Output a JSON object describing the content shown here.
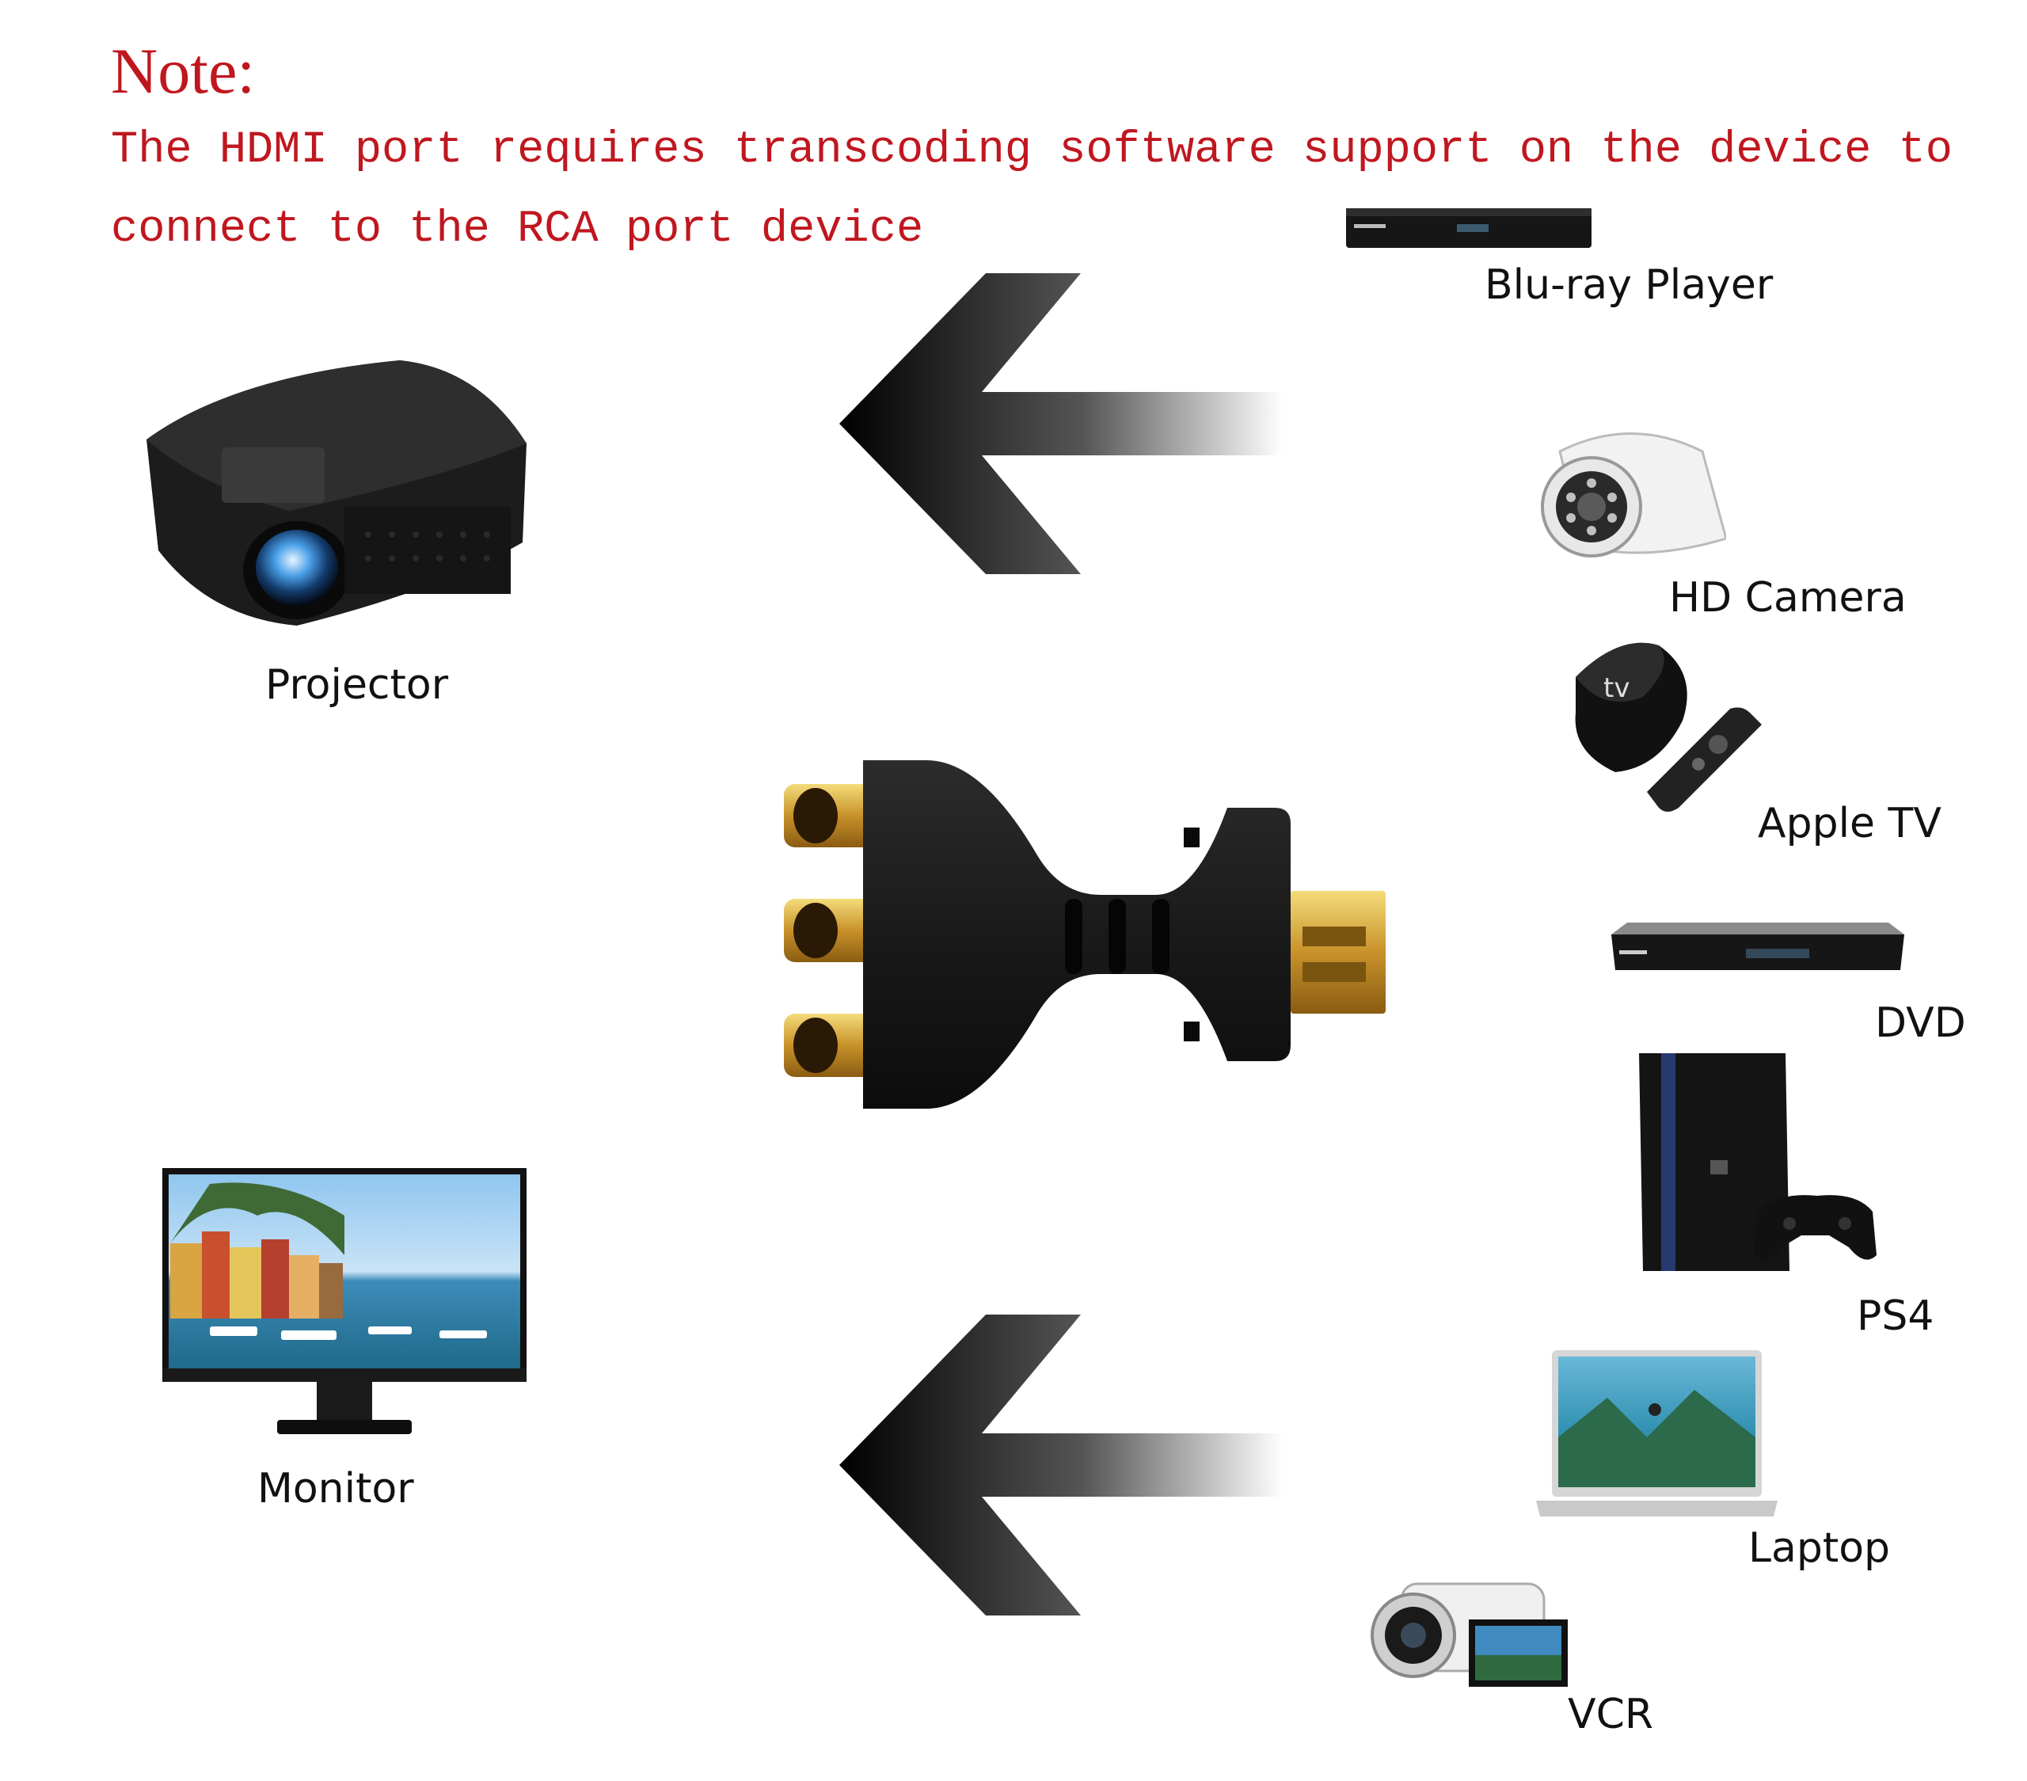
{
  "note": {
    "title": "Note:",
    "text": "The HDMI port requires transcoding software support on the device to connect to the RCA port device"
  },
  "outputs": {
    "projector": "Projector",
    "monitor": "Monitor"
  },
  "sources": {
    "bluray": "Blu-ray Player",
    "hd_camera": "HD Camera",
    "apple_tv": "Apple TV",
    "dvd": "DVD",
    "ps4": "PS4",
    "laptop": "Laptop",
    "vcr": "VCR"
  },
  "colors": {
    "note": "#c0171f",
    "gold": "#d4a62a"
  },
  "icons": [
    "projector-icon",
    "monitor-icon",
    "blu-ray-player-icon",
    "hd-camera-icon",
    "apple-tv-icon",
    "dvd-player-icon",
    "ps4-icon",
    "laptop-icon",
    "camcorder-icon",
    "arrow-left-icon",
    "hdmi-rca-adapter-icon"
  ]
}
